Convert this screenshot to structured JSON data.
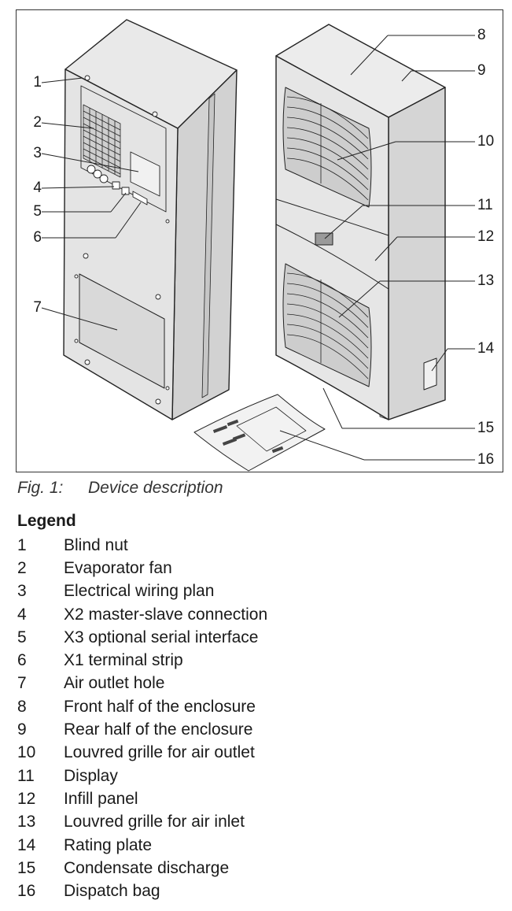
{
  "figure": {
    "callouts_left": [
      "1",
      "2",
      "3",
      "4",
      "5",
      "6",
      "7"
    ],
    "callouts_right": [
      "8",
      "9",
      "10",
      "11",
      "12",
      "13",
      "14",
      "15",
      "16"
    ]
  },
  "caption": {
    "label": "Fig. 1:",
    "text": "Device description"
  },
  "legend": {
    "title": "Legend",
    "items": [
      {
        "num": "1",
        "text": "Blind nut"
      },
      {
        "num": "2",
        "text": "Evaporator fan"
      },
      {
        "num": "3",
        "text": "Electrical wiring plan"
      },
      {
        "num": "4",
        "text": "X2 master-slave connection"
      },
      {
        "num": "5",
        "text": "X3 optional serial interface"
      },
      {
        "num": "6",
        "text": "X1 terminal strip"
      },
      {
        "num": "7",
        "text": "Air outlet hole"
      },
      {
        "num": "8",
        "text": "Front half of the enclosure"
      },
      {
        "num": "9",
        "text": "Rear half of the enclosure"
      },
      {
        "num": "10",
        "text": "Louvred grille for air outlet"
      },
      {
        "num": "11",
        "text": "Display"
      },
      {
        "num": "12",
        "text": "Infill panel"
      },
      {
        "num": "13",
        "text": "Louvred grille for air inlet"
      },
      {
        "num": "14",
        "text": "Rating plate"
      },
      {
        "num": "15",
        "text": "Condensate discharge"
      },
      {
        "num": "16",
        "text": "Dispatch bag"
      }
    ]
  },
  "colors": {
    "line": "#222222",
    "enclosure_fill": "#e3e3e3",
    "panel_fill": "#d4d4d4"
  }
}
